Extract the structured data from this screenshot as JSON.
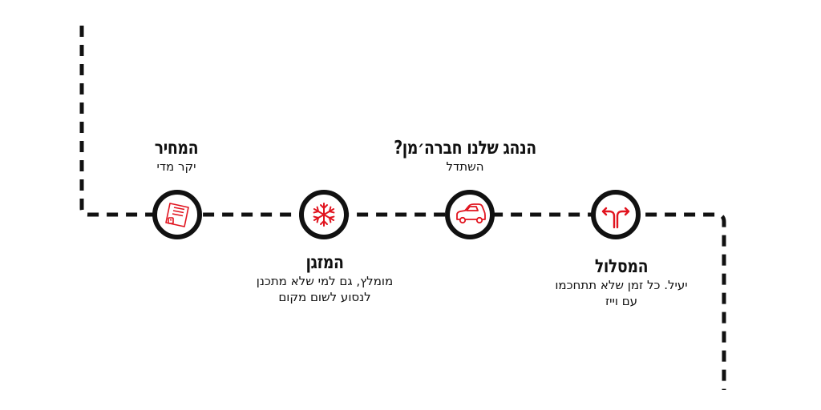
{
  "colors": {
    "line": "#111111",
    "icon_accent": "#e1141f",
    "background": "#ffffff"
  },
  "steps": [
    {
      "key": "price",
      "title": "המחיר",
      "description": [
        "יקר מדי"
      ],
      "icon": "receipt-icon"
    },
    {
      "key": "ac",
      "title": "המזגן",
      "description": [
        "מומלץ, גם למי שלא מתכנן",
        "לנסוע לשום מקום"
      ],
      "icon": "snowflake-icon"
    },
    {
      "key": "driver",
      "title": "הנהג שלנו חברה׳מן?",
      "description": [
        "השתדל"
      ],
      "icon": "car-icon"
    },
    {
      "key": "route",
      "title": "המסלול",
      "description": [
        "יעיל. כל זמן שלא תתחכמו",
        "עם וייז"
      ],
      "icon": "route-split-icon"
    }
  ]
}
